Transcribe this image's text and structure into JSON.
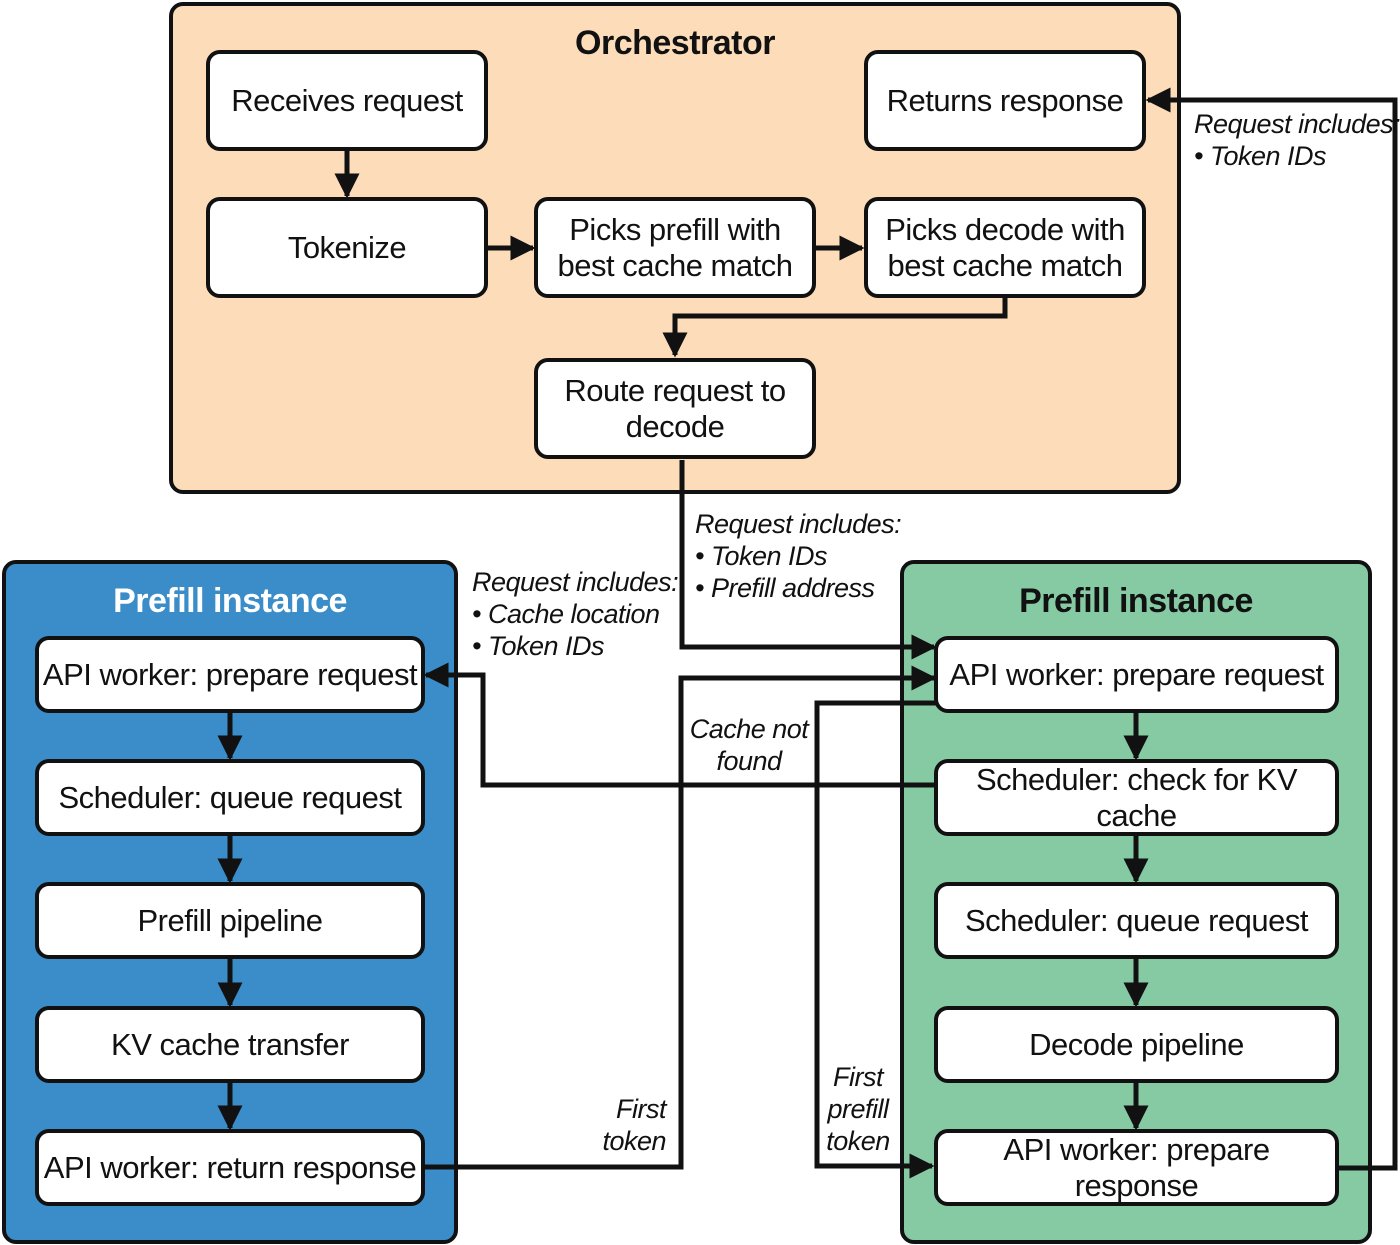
{
  "colors": {
    "orchestrator_bg": "#fcdcb9",
    "prefill_left_bg": "#3a8dc8",
    "prefill_right_bg": "#86caa4",
    "line": "#111111"
  },
  "orchestrator": {
    "title": "Orchestrator",
    "receives_request": "Receives request",
    "returns_response": "Returns response",
    "tokenize": "Tokenize",
    "picks_prefill": [
      "Picks prefill with",
      "best cache match"
    ],
    "picks_decode": [
      "Picks decode with",
      "best cache match"
    ],
    "route_request": [
      "Route request to",
      "decode"
    ]
  },
  "prefill_left": {
    "title": "Prefill instance",
    "steps": [
      "API worker: prepare request",
      "Scheduler: queue request",
      "Prefill pipeline",
      "KV cache transfer",
      "API worker: return response"
    ]
  },
  "prefill_right": {
    "title": "Prefill instance",
    "steps": [
      "API worker: prepare request",
      "Scheduler: check for KV cache",
      "Scheduler: queue request",
      "Decode pipeline",
      "API worker: prepare response"
    ]
  },
  "notes": {
    "response_includes": [
      "Request includes:",
      "• Token IDs"
    ],
    "route_includes": [
      "Request includes:",
      "• Token IDs",
      "• Prefill address"
    ],
    "prefill_includes": [
      "Request includes:",
      "• Cache location",
      "• Token IDs"
    ],
    "cache_not_found": [
      "Cache not",
      "found"
    ],
    "first_token": [
      "First",
      "token"
    ],
    "first_prefill_token": [
      "First",
      "prefill",
      "token"
    ]
  }
}
